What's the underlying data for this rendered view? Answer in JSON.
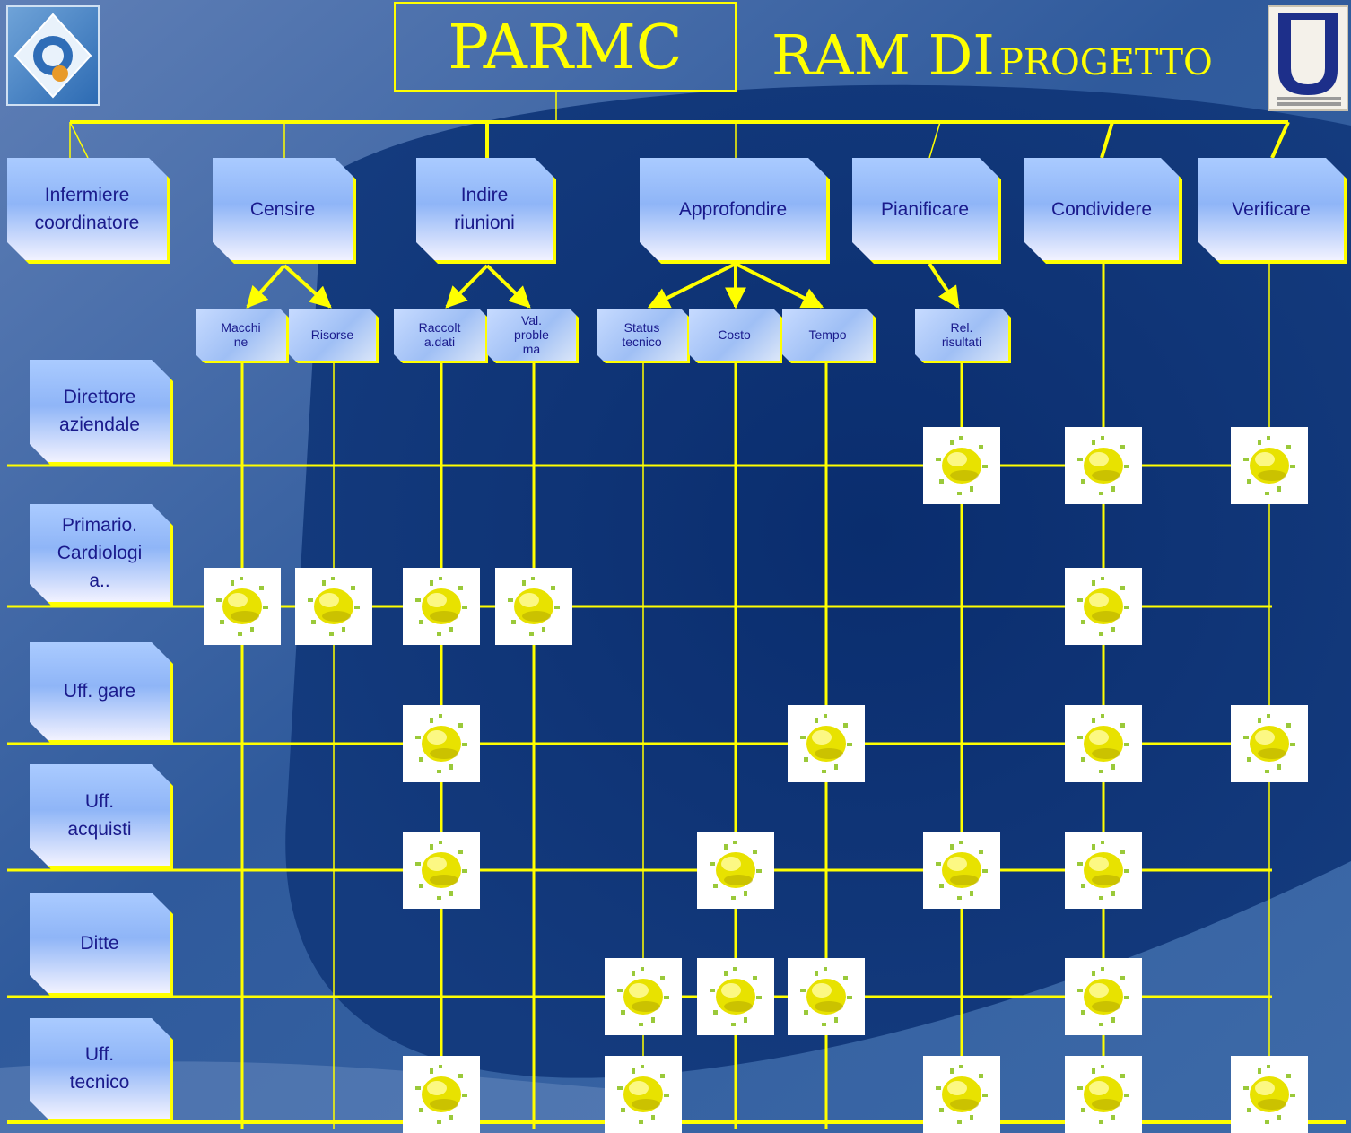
{
  "title": {
    "left": "PARMC",
    "right_big": "RAM DI",
    "right_small": "PROGETTO"
  },
  "colors": {
    "line": "#ffff00",
    "text": "#1a1a8c",
    "background_dark": "#0c2a64"
  },
  "actions": [
    {
      "id": "infermiere",
      "lines": [
        "Infermiere",
        "coordinatore"
      ]
    },
    {
      "id": "censire",
      "lines": [
        "Censire"
      ]
    },
    {
      "id": "indire",
      "lines": [
        "Indire",
        "riunioni"
      ]
    },
    {
      "id": "approfondire",
      "lines": [
        "Approfondire"
      ]
    },
    {
      "id": "pianificare",
      "lines": [
        "Pianificare"
      ]
    },
    {
      "id": "condividere",
      "lines": [
        "Condividere"
      ]
    },
    {
      "id": "verificare",
      "lines": [
        "Verificare"
      ]
    }
  ],
  "subtasks": [
    {
      "id": "macchine",
      "lines": [
        "Macchi",
        "ne"
      ]
    },
    {
      "id": "risorse",
      "lines": [
        "Risorse"
      ]
    },
    {
      "id": "raccolta",
      "lines": [
        "Raccolt",
        "a.dati"
      ]
    },
    {
      "id": "valproblema",
      "lines": [
        "Val.",
        "proble",
        "ma"
      ]
    },
    {
      "id": "status",
      "lines": [
        "Status",
        "tecnico"
      ]
    },
    {
      "id": "costo",
      "lines": [
        "Costo"
      ]
    },
    {
      "id": "tempo",
      "lines": [
        "Tempo"
      ]
    },
    {
      "id": "relrisultati",
      "lines": [
        "Rel.",
        "risultati"
      ]
    }
  ],
  "roles": [
    {
      "id": "direttore",
      "lines": [
        "Direttore",
        "aziendale"
      ]
    },
    {
      "id": "primario",
      "lines": [
        "Primario.",
        "Cardiologi",
        "a.."
      ]
    },
    {
      "id": "gare",
      "lines": [
        "Uff. gare"
      ]
    },
    {
      "id": "acquisti",
      "lines": [
        "Uff.",
        "acquisti"
      ]
    },
    {
      "id": "ditte",
      "lines": [
        "Ditte"
      ]
    },
    {
      "id": "tecnico",
      "lines": [
        "Uff.",
        "tecnico"
      ]
    }
  ],
  "assignments": [
    {
      "role": "direttore",
      "column": "relrisultati"
    },
    {
      "role": "direttore",
      "column": "condividere"
    },
    {
      "role": "direttore",
      "column": "verificare"
    },
    {
      "role": "primario",
      "column": "macchine"
    },
    {
      "role": "primario",
      "column": "risorse"
    },
    {
      "role": "primario",
      "column": "raccolta"
    },
    {
      "role": "primario",
      "column": "valproblema"
    },
    {
      "role": "primario",
      "column": "condividere"
    },
    {
      "role": "gare",
      "column": "raccolta"
    },
    {
      "role": "gare",
      "column": "tempo"
    },
    {
      "role": "gare",
      "column": "condividere"
    },
    {
      "role": "gare",
      "column": "verificare"
    },
    {
      "role": "acquisti",
      "column": "raccolta"
    },
    {
      "role": "acquisti",
      "column": "costo"
    },
    {
      "role": "acquisti",
      "column": "relrisultati"
    },
    {
      "role": "acquisti",
      "column": "condividere"
    },
    {
      "role": "ditte",
      "column": "status"
    },
    {
      "role": "ditte",
      "column": "costo"
    },
    {
      "role": "ditte",
      "column": "tempo"
    },
    {
      "role": "ditte",
      "column": "condividere"
    },
    {
      "role": "tecnico",
      "column": "raccolta"
    },
    {
      "role": "tecnico",
      "column": "status"
    },
    {
      "role": "tecnico",
      "column": "relrisultati"
    },
    {
      "role": "tecnico",
      "column": "condividere"
    },
    {
      "role": "tecnico",
      "column": "verificare"
    }
  ]
}
